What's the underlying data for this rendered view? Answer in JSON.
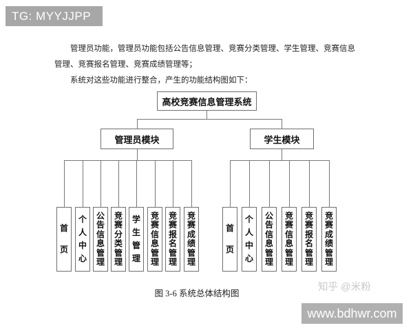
{
  "header": {
    "tag_label": "TG: MYYJJPP"
  },
  "body_text": {
    "para1_line1": "管理员功能，管理员功能包括公告信息管理、竞赛分类管理、学生管理、竞赛信息",
    "para1_line2": "管理、竞赛报名管理、竞赛成绩管理等；",
    "para2": "系统对这些功能进行整合，产生的功能结构图如下："
  },
  "diagram": {
    "root": "高校竞赛信息管理系统",
    "modules": [
      {
        "label": "管理员模块",
        "children": [
          "首页",
          "个人中心",
          "公告信息管理",
          "竞赛分类管理",
          "学生管理",
          "竞赛信息管理",
          "竞赛报名管理",
          "竞赛成绩管理"
        ]
      },
      {
        "label": "学生模块",
        "children": [
          "首页",
          "个人中心",
          "公告信息管理",
          "竞赛信息管理",
          "竞赛报名管理",
          "竞赛成绩管理"
        ]
      }
    ]
  },
  "caption": "图 3-6 系统总体结构图",
  "watermarks": {
    "zhihu": "知乎 @米粉",
    "site": "www.bdhwr.com"
  },
  "colors": {
    "bar_gray": "#a7a7a7",
    "footer_gray": "#b0b0b0",
    "watermark_gray": "#c9c9c9",
    "line": "#777777"
  }
}
